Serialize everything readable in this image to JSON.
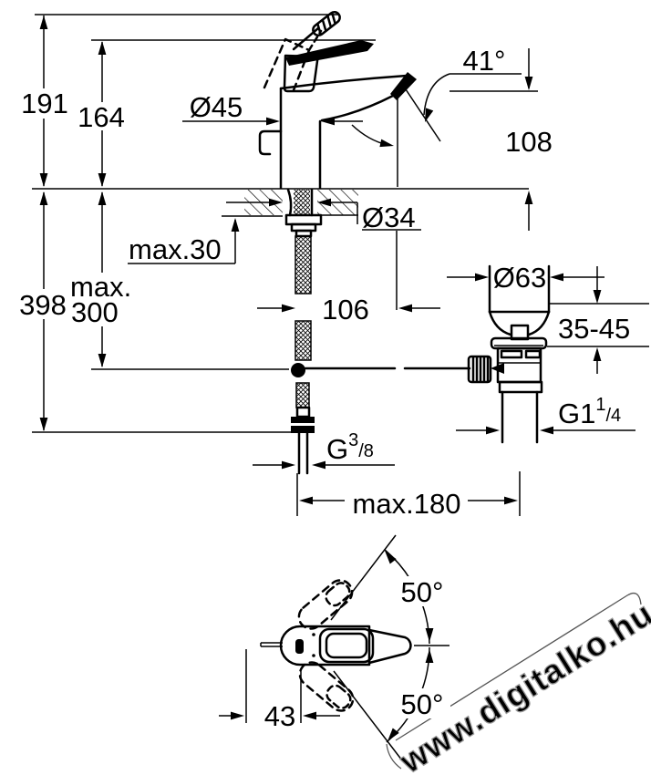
{
  "page": {
    "background": "#ffffff",
    "line_color": "#000000",
    "watermark_outline_color": "#9a9a9a"
  },
  "side_view": {
    "dims": {
      "height_total": "191",
      "height_to_spout_base": "164",
      "body_diameter": "Ø45",
      "spout_angle": "41°",
      "spout_height": "108",
      "deck_thickness": "max.30",
      "hole_diameter": "Ø34",
      "hose_length": "398",
      "rod_max_word": "max.",
      "rod_max_value": "300",
      "spout_reach": "106",
      "waste_flange_diameter": "Ø63",
      "waste_clamp_range": "35-45",
      "waste_thread_base": "G1",
      "waste_thread_sup": "1",
      "waste_thread_sub": "/4",
      "supply_thread_base": "G",
      "supply_thread_sup": "3",
      "supply_thread_sub": "/8",
      "rod_reach": "max.180"
    }
  },
  "top_view": {
    "dims": {
      "swivel_upper": "50°",
      "swivel_lower": "50°",
      "handle_offset": "43"
    }
  },
  "watermark": {
    "text": "www.digitalko.hu"
  }
}
